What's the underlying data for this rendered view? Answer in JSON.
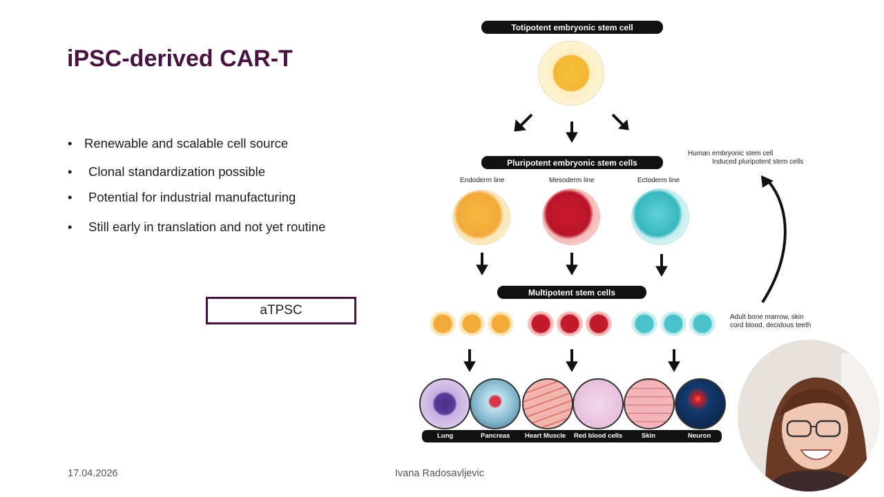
{
  "slide": {
    "title": "iPSC-derived CAR-T",
    "bullets": [
      "Renewable and scalable cell source",
      "Clonal standardization possible",
      "Potential for industrial manufacturing",
      "Still early in translation and not yet routine"
    ],
    "box_label": "aTPSC",
    "date": "17.04.2026",
    "author": "Ivana Radosavljevic"
  },
  "diagram": {
    "top_pill": "Totipotent embryonic stem cell",
    "middle_pill": "Pluripotent embryonic stem cells",
    "lower_pill": "Multipotent stem cells",
    "lines": [
      "Endoderm line",
      "Mesoderm line",
      "Ectoderm line"
    ],
    "side_top_1": "Human embryonic stem cell",
    "side_top_2": "Induced pluripotent stem cells",
    "side_bottom_1": "Adult bone marrow, skin",
    "side_bottom_2": "cord blood, decidous teeth",
    "tissues": [
      "Lung",
      "Pancreas",
      "Heart Muscle",
      "Red blood cells",
      "Skin",
      "Neuron"
    ]
  },
  "colors": {
    "title": "#4a1242",
    "endoderm": "#f2b13c",
    "mesoderm": "#c8172a",
    "ectoderm": "#4fc7cc"
  },
  "icons": {
    "webcam": "presenter-webcam-overlay"
  }
}
